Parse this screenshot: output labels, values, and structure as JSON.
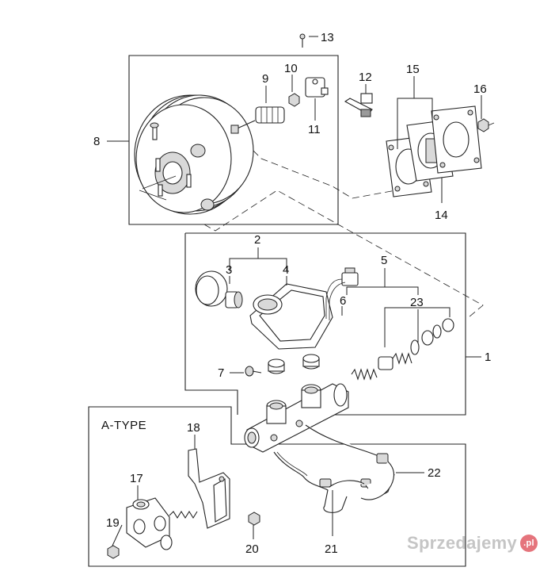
{
  "section_label": "A-TYPE",
  "callouts": {
    "c1": "1",
    "c2": "2",
    "c3": "3",
    "c4": "4",
    "c5": "5",
    "c6": "6",
    "c7": "7",
    "c8": "8",
    "c9": "9",
    "c10": "10",
    "c11": "11",
    "c12": "12",
    "c13": "13",
    "c14": "14",
    "c15": "15",
    "c16": "16",
    "c17": "17",
    "c18": "18",
    "c19": "19",
    "c20": "20",
    "c21": "21",
    "c22": "22",
    "c23": "23"
  },
  "watermark": {
    "text": "Sprzedajemy",
    "badge": ".pl"
  }
}
